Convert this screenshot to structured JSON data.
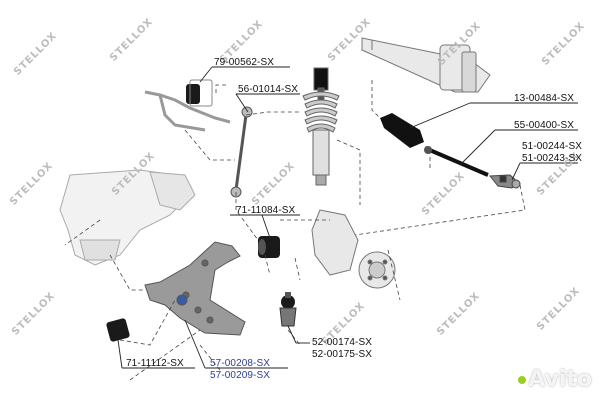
{
  "watermark": "STELLOX",
  "labels": {
    "p79_00562": "79-00562-SX",
    "p56_01014": "56-01014-SX",
    "p13_00484": "13-00484-SX",
    "p55_00400": "55-00400-SX",
    "p51_00244": "51-00244-SX",
    "p51_00243": "51-00243-SX",
    "p71_11084": "71-11084-SX",
    "p52_00174": "52-00174-SX",
    "p52_00175": "52-00175-SX",
    "p71_11112": "71-11112-SX",
    "p57_00208": "57-00208-SX",
    "p57_00209": "57-00209-SX"
  },
  "brand_badge": "Avito",
  "colors": {
    "line": "#222222",
    "highlight_label": "#2b3f8f",
    "watermark": "#bdbdbd",
    "part_gray": "#9a9a9a",
    "bushing_black": "#1a1a1a"
  }
}
